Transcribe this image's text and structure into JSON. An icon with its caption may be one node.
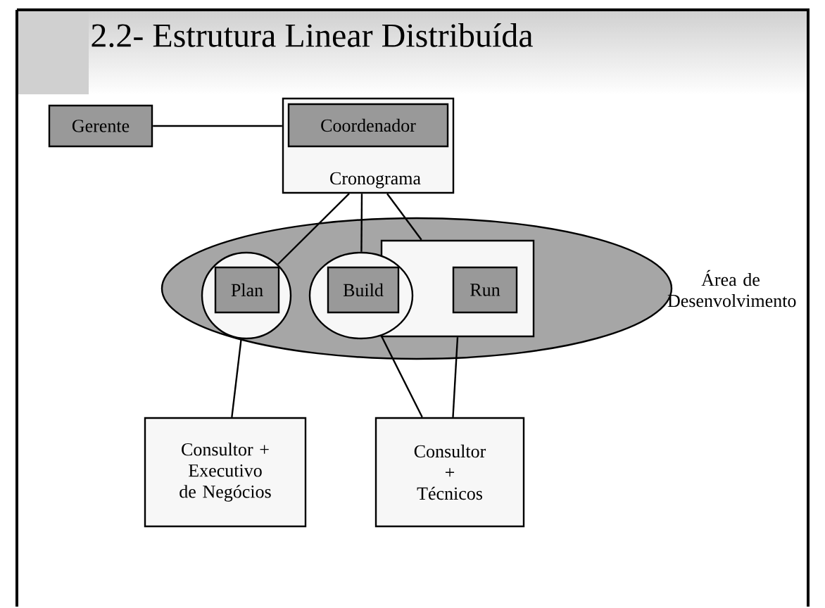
{
  "diagram": {
    "title": "2.2- Estrutura Linear Distribuída",
    "nodes": [
      {
        "text": [
          "Gerente"
        ]
      },
      {
        "text": [
          "Cronograma"
        ]
      },
      {
        "text": [
          "Coordenador"
        ],
        "in": 1
      },
      {
        "text": [
          "Área de Desenvolvimento"
        ]
      },
      {
        "text": [],
        "shape": "circle",
        "in": 3
      },
      {
        "text": [
          "Plan"
        ],
        "in": 4
      },
      {
        "text": [],
        "shape": "circle",
        "in": 3
      },
      {
        "text": [
          "Build"
        ],
        "in": 6
      },
      {
        "text": [],
        "shape": "box",
        "in": 3
      },
      {
        "text": [
          "Run"
        ],
        "in": 8
      },
      {
        "text": [
          "Consultor + Executivo de Negócios"
        ]
      },
      {
        "text": [
          "Consultor + Técnicos"
        ]
      }
    ],
    "edges": [
      {
        "from": 0,
        "to": 1,
        "arrow": "none"
      },
      {
        "from": 1,
        "to": 4,
        "arrow": "none"
      },
      {
        "from": 1,
        "to": 6,
        "arrow": "none"
      },
      {
        "from": 1,
        "to": 8,
        "arrow": "none"
      },
      {
        "from": 4,
        "to": 10,
        "arrow": "none"
      },
      {
        "from": 6,
        "to": 11,
        "arrow": "none"
      },
      {
        "from": 8,
        "to": 11,
        "arrow": "none"
      }
    ]
  }
}
